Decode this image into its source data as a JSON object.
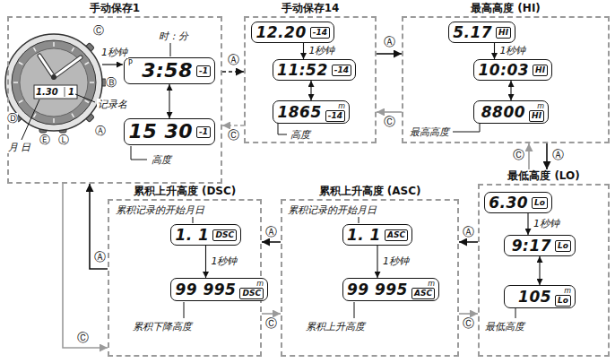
{
  "diagram": {
    "nodes": [
      {
        "text": [
          "手动保存1"
        ]
      },
      {
        "text": [
          "P",
          "3:58",
          "-1"
        ],
        "in": 0
      },
      {
        "text": [
          "15 30",
          "-1"
        ],
        "in": 0
      },
      {
        "text": [
          "手动保存14"
        ]
      },
      {
        "text": [
          "12.20",
          "-14"
        ],
        "in": 3
      },
      {
        "text": [
          "11:52",
          "-14"
        ],
        "in": 3
      },
      {
        "text": [
          "1865",
          "m",
          "-14"
        ],
        "in": 3
      },
      {
        "text": [
          "最高高度 (HI)"
        ]
      },
      {
        "text": [
          "5.17",
          "HI"
        ],
        "in": 7
      },
      {
        "text": [
          "10:03",
          "HI"
        ],
        "in": 7
      },
      {
        "text": [
          "8800",
          "m",
          "HI"
        ],
        "in": 7
      },
      {
        "text": [
          "最低高度 (LO)"
        ]
      },
      {
        "text": [
          "6.30",
          "Lo"
        ],
        "in": 11
      },
      {
        "text": [
          "9:17",
          "Lo"
        ],
        "in": 11
      },
      {
        "text": [
          "105",
          "m",
          "Lo"
        ],
        "in": 11
      },
      {
        "text": [
          "累积上升高度 (ASC)"
        ]
      },
      {
        "text": [
          "1. 1",
          "ASC"
        ],
        "in": 15
      },
      {
        "text": [
          "99 995",
          "m",
          "ASC"
        ],
        "in": 15
      },
      {
        "text": [
          "累积上升高度 (DSC)"
        ]
      },
      {
        "text": [
          "1. 1",
          "DSC"
        ],
        "in": 18
      },
      {
        "text": [
          "99 995",
          "m",
          "DSC"
        ],
        "in": 18
      }
    ],
    "edges": [
      {
        "from": 0,
        "to": 3,
        "label": "Ⓐ",
        "arrow": "to"
      },
      {
        "from": 3,
        "to": 0,
        "label": "Ⓒ",
        "arrow": "to"
      },
      {
        "from": 3,
        "to": 7,
        "label": "Ⓐ",
        "arrow": "to"
      },
      {
        "from": 7,
        "to": 3,
        "label": "Ⓒ",
        "arrow": "to"
      },
      {
        "from": 7,
        "to": 11,
        "label": "Ⓐ",
        "arrow": "to"
      },
      {
        "from": 11,
        "to": 7,
        "label": "Ⓒ",
        "arrow": "to"
      },
      {
        "from": 11,
        "to": 15,
        "label": "Ⓐ",
        "arrow": "to"
      },
      {
        "from": 15,
        "to": 11,
        "label": "Ⓒ",
        "arrow": "to"
      },
      {
        "from": 15,
        "to": 18,
        "label": "Ⓐ",
        "arrow": "to"
      },
      {
        "from": 18,
        "to": 15,
        "label": "Ⓒ",
        "arrow": "to"
      },
      {
        "from": 18,
        "to": 0,
        "label": "Ⓐ",
        "arrow": "to"
      },
      {
        "from": 0,
        "to": 18,
        "label": "Ⓒ",
        "arrow": "to"
      },
      {
        "from": 1,
        "to": 2,
        "arrow": "both"
      },
      {
        "from": 4,
        "to": 5,
        "label": "1秒钟",
        "arrow": "to"
      },
      {
        "from": 5,
        "to": 6,
        "arrow": "both"
      },
      {
        "from": 8,
        "to": 9,
        "label": "1秒钟",
        "arrow": "to"
      },
      {
        "from": 9,
        "to": 10,
        "arrow": "both"
      },
      {
        "from": 12,
        "to": 13,
        "label": "1秒钟",
        "arrow": "to"
      },
      {
        "from": 13,
        "to": 14,
        "arrow": "both"
      },
      {
        "from": 16,
        "to": 17,
        "label": "1秒钟",
        "arrow": "to"
      },
      {
        "from": 19,
        "to": 20,
        "label": "1秒钟",
        "arrow": "to"
      }
    ],
    "labels": [
      "时：分",
      "1秒钟",
      "记录名",
      "月 日",
      "高度",
      "1.30",
      "1",
      "高度",
      "最高高度",
      "最低高度",
      "累积记录的开始月日",
      "累积上升高度",
      "累积记录的开始月日",
      "累积下降高度",
      "Ⓒ",
      "Ⓑ",
      "Ⓐ",
      "Ⓓ",
      "Ⓔ",
      "Ⓛ"
    ]
  }
}
